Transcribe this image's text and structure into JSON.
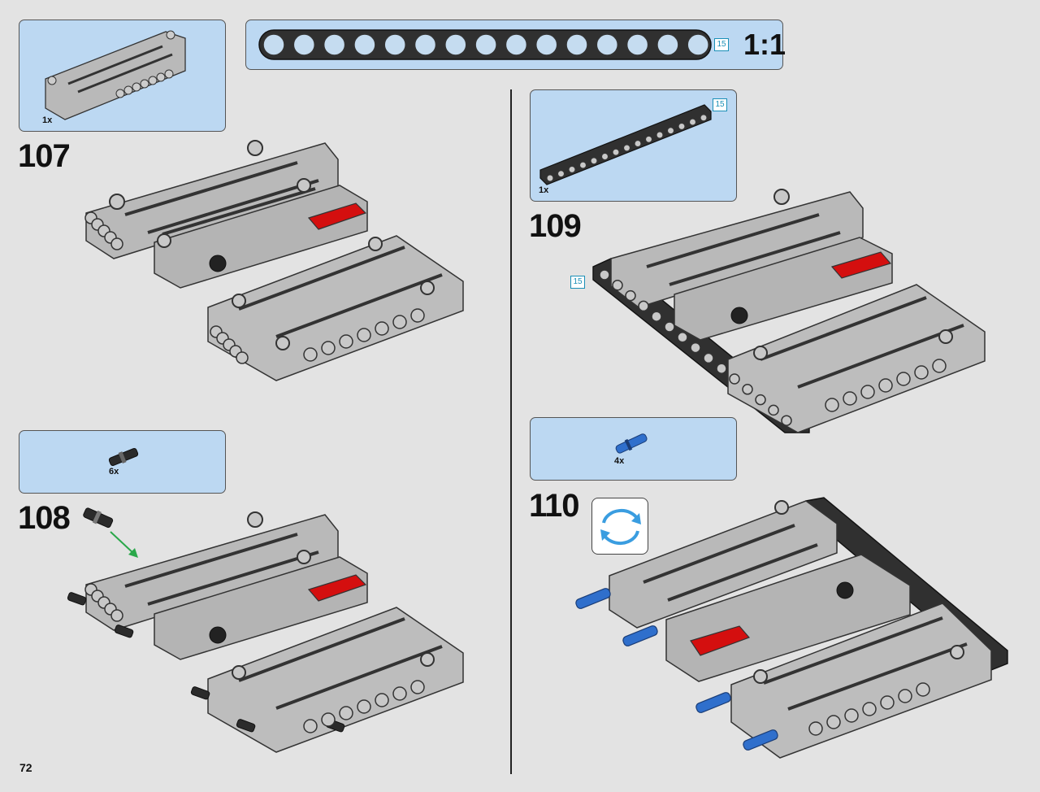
{
  "page": {
    "number": "72"
  },
  "ruler": {
    "badge": "15",
    "scale": "1:1"
  },
  "steps": [
    {
      "number": "107",
      "parts": [
        {
          "qty": "1x",
          "name": "panel-7x3-icon"
        }
      ]
    },
    {
      "number": "108",
      "parts": [
        {
          "qty": "6x",
          "name": "axle-pin-black-icon"
        }
      ]
    },
    {
      "number": "109",
      "parts": [
        {
          "qty": "1x",
          "name": "beam-15-black-icon",
          "badge": "15"
        }
      ],
      "placement_badge": "15"
    },
    {
      "number": "110",
      "parts": [
        {
          "qty": "4x",
          "name": "pin-blue-icon"
        }
      ],
      "indicator": "rotate-model-icon"
    }
  ],
  "colors": {
    "background": "#e3e3e3",
    "callout": "#bcd8f2",
    "panel_grey": "#b9b9b9",
    "beam_black": "#303030",
    "accent_red": "#d40f0f",
    "pin_blue": "#2f6fcc",
    "badge_teal": "#1a8fb7",
    "arrow_green": "#2aa84a"
  }
}
